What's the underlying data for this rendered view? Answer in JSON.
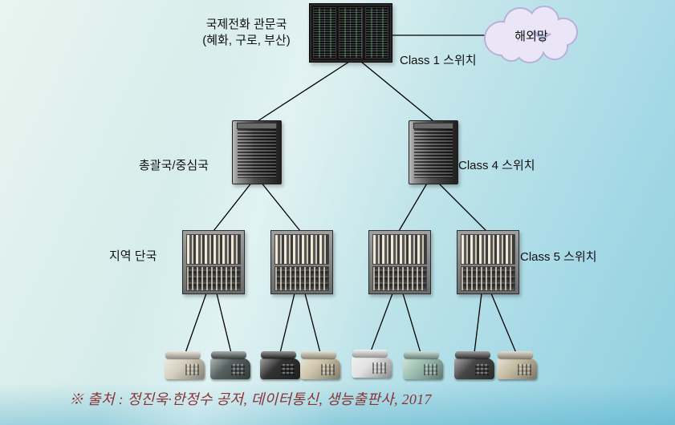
{
  "labels": {
    "gateway_line1": "국제전화 관문국",
    "gateway_line2": "(혜화, 구로, 부산)",
    "class1": "Class 1 스위치",
    "cloud": "해외망",
    "central_office": "총괄국/중심국",
    "class4": "Class 4 스위치",
    "local_office": "지역 단국",
    "class5": "Class 5 스위치"
  },
  "caption": "※ 출처 : 정진욱·한정수 공저, 데이터통신, 생능출판사, 2017",
  "colors": {
    "caption_text": "#8b3434",
    "connection_line": "#000000",
    "cloud_fill": "#eae6f8",
    "cloud_outline": "#b9aede"
  },
  "phones": [
    {
      "name": "desk-phone-beige",
      "color": "#d6cfbe"
    },
    {
      "name": "desk-phone-dark-gray",
      "color": "#55605e"
    },
    {
      "name": "desk-phone-black",
      "color": "#323232"
    },
    {
      "name": "desk-phone-tan",
      "color": "#cdc4aa"
    },
    {
      "name": "cordless-phone-white",
      "color": "#e2e2e2"
    },
    {
      "name": "desk-phone-teal",
      "color": "#9dbfb2"
    },
    {
      "name": "desk-phone-charcoal",
      "color": "#454545"
    },
    {
      "name": "desk-phone-two-tone",
      "color": "#c6bda4"
    }
  ]
}
